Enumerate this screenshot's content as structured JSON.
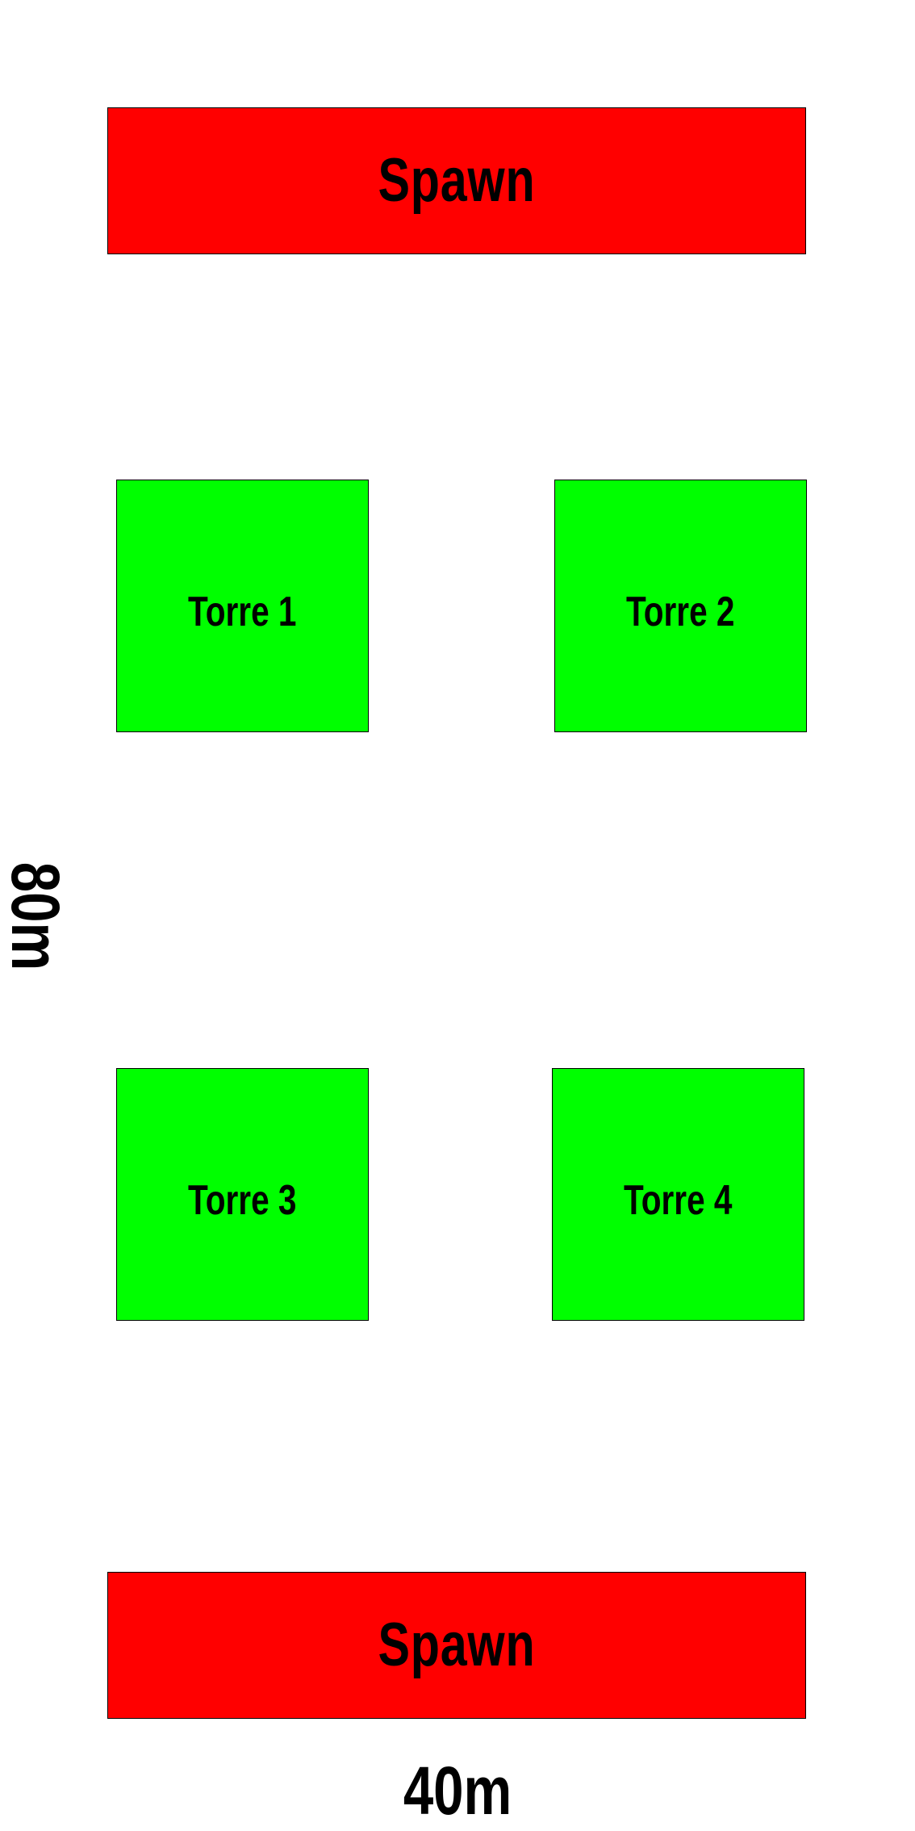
{
  "map": {
    "spawns": [
      {
        "label": "Spawn",
        "color": "#ff0000"
      },
      {
        "label": "Spawn",
        "color": "#ff0000"
      }
    ],
    "towers": [
      {
        "label": "Torre 1",
        "color": "#00ff00"
      },
      {
        "label": "Torre 2",
        "color": "#00ff00"
      },
      {
        "label": "Torre 3",
        "color": "#00ff00"
      },
      {
        "label": "Torre 4",
        "color": "#00ff00"
      }
    ],
    "dimensions": {
      "width": "40m",
      "height": "80m"
    },
    "border_color": "#000000",
    "background_color": "#ffffff"
  }
}
